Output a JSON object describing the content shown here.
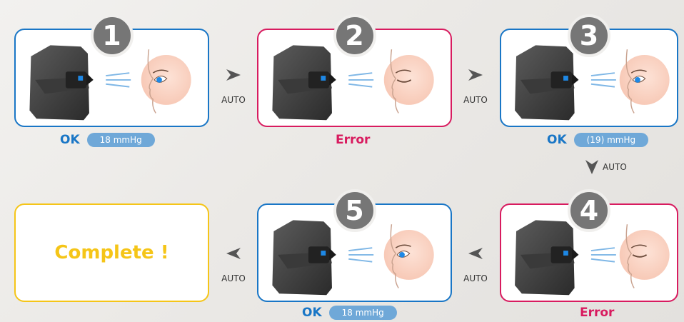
{
  "steps": [
    {
      "number": "1",
      "status": "OK",
      "pressure": "18 mmHg",
      "eye": "open"
    },
    {
      "number": "2",
      "status": "Error",
      "pressure": "",
      "eye": "closed"
    },
    {
      "number": "3",
      "status": "OK",
      "pressure": "(19) mmHg",
      "eye": "open"
    },
    {
      "number": "4",
      "status": "Error",
      "pressure": "",
      "eye": "closed"
    },
    {
      "number": "5",
      "status": "OK",
      "pressure": "18 mmHg",
      "eye": "open"
    }
  ],
  "arrows": {
    "a1": "AUTO",
    "a2": "AUTO",
    "a3": "AUTO",
    "a4": "AUTO",
    "a5": "AUTO"
  },
  "complete_text": "Complete !",
  "colors": {
    "ok": "#1976c6",
    "error": "#d81b5f",
    "complete": "#f5c518",
    "badge": "#767676"
  }
}
